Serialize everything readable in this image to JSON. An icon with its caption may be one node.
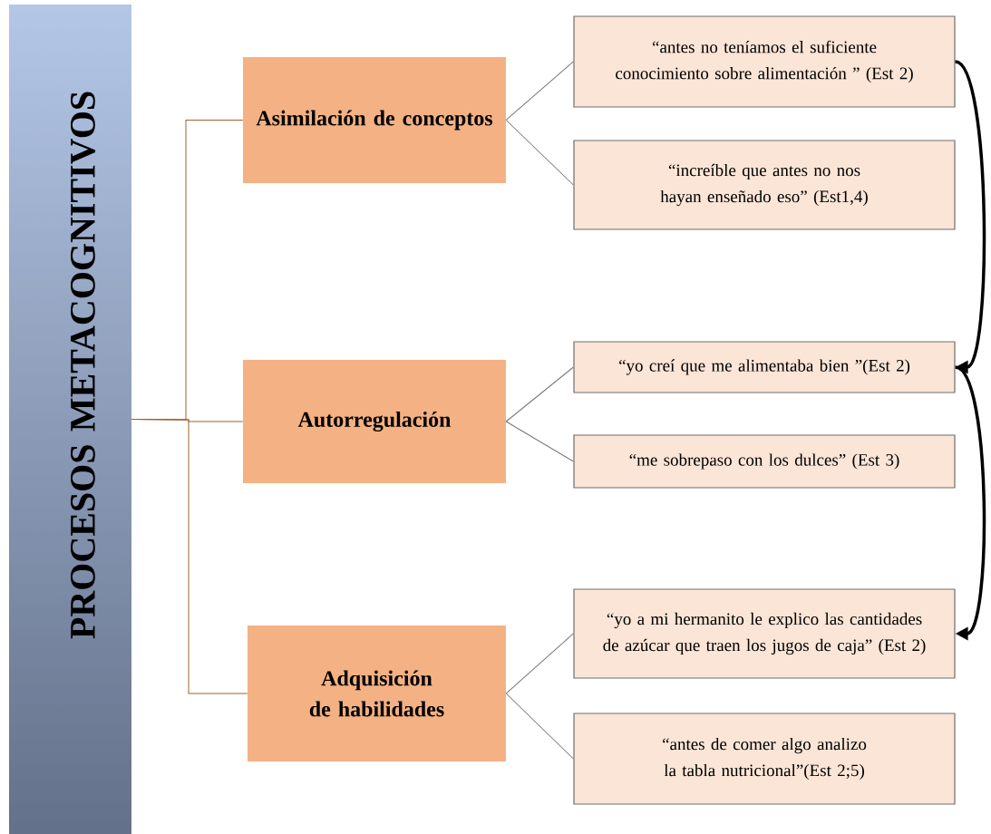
{
  "diagram": {
    "nodes": [
      {
        "text": [
          "PROCESOS METACOGNITIVOS"
        ]
      },
      {
        "text": [
          "Asimilación de conceptos"
        ]
      },
      {
        "text": [
          "Autorregulación"
        ]
      },
      {
        "text": [
          "Adquisición de habilidades"
        ]
      },
      {
        "text": [
          "“antes no teníamos el suficiente conocimiento sobre alimentación ” (Est 2)"
        ]
      },
      {
        "text": [
          "“increíble que antes no nos hayan enseñado eso” (Est1,4)"
        ]
      },
      {
        "text": [
          "“yo creí que me alimentaba bien ”(Est 2)"
        ]
      },
      {
        "text": [
          "“me sobrepaso con los dulces” (Est 3)"
        ]
      },
      {
        "text": [
          "“yo a mi hermanito le explico las cantidades de azúcar que traen los jugos de caja” (Est 2)"
        ]
      },
      {
        "text": [
          "“antes de comer algo analizo la tabla nutricional”(Est 2;5)"
        ]
      }
    ],
    "edges": [
      {
        "from": 0,
        "to": 1,
        "arrow": "none",
        "color": "#a0622d"
      },
      {
        "from": 0,
        "to": 2,
        "arrow": "none",
        "color": "#a0622d"
      },
      {
        "from": 0,
        "to": 3,
        "arrow": "none",
        "color": "#a0622d"
      },
      {
        "from": 1,
        "to": 4,
        "arrow": "none"
      },
      {
        "from": 1,
        "to": 5,
        "arrow": "none"
      },
      {
        "from": 2,
        "to": 6,
        "arrow": "none"
      },
      {
        "from": 2,
        "to": 7,
        "arrow": "none"
      },
      {
        "from": 3,
        "to": 8,
        "arrow": "none"
      },
      {
        "from": 3,
        "to": 9,
        "arrow": "none"
      },
      {
        "from": 4,
        "to": 6,
        "arrow": "to",
        "style": "thick",
        "color": "#000000"
      },
      {
        "from": 6,
        "to": 8,
        "arrow": "to",
        "style": "thick",
        "color": "#000000"
      }
    ]
  }
}
